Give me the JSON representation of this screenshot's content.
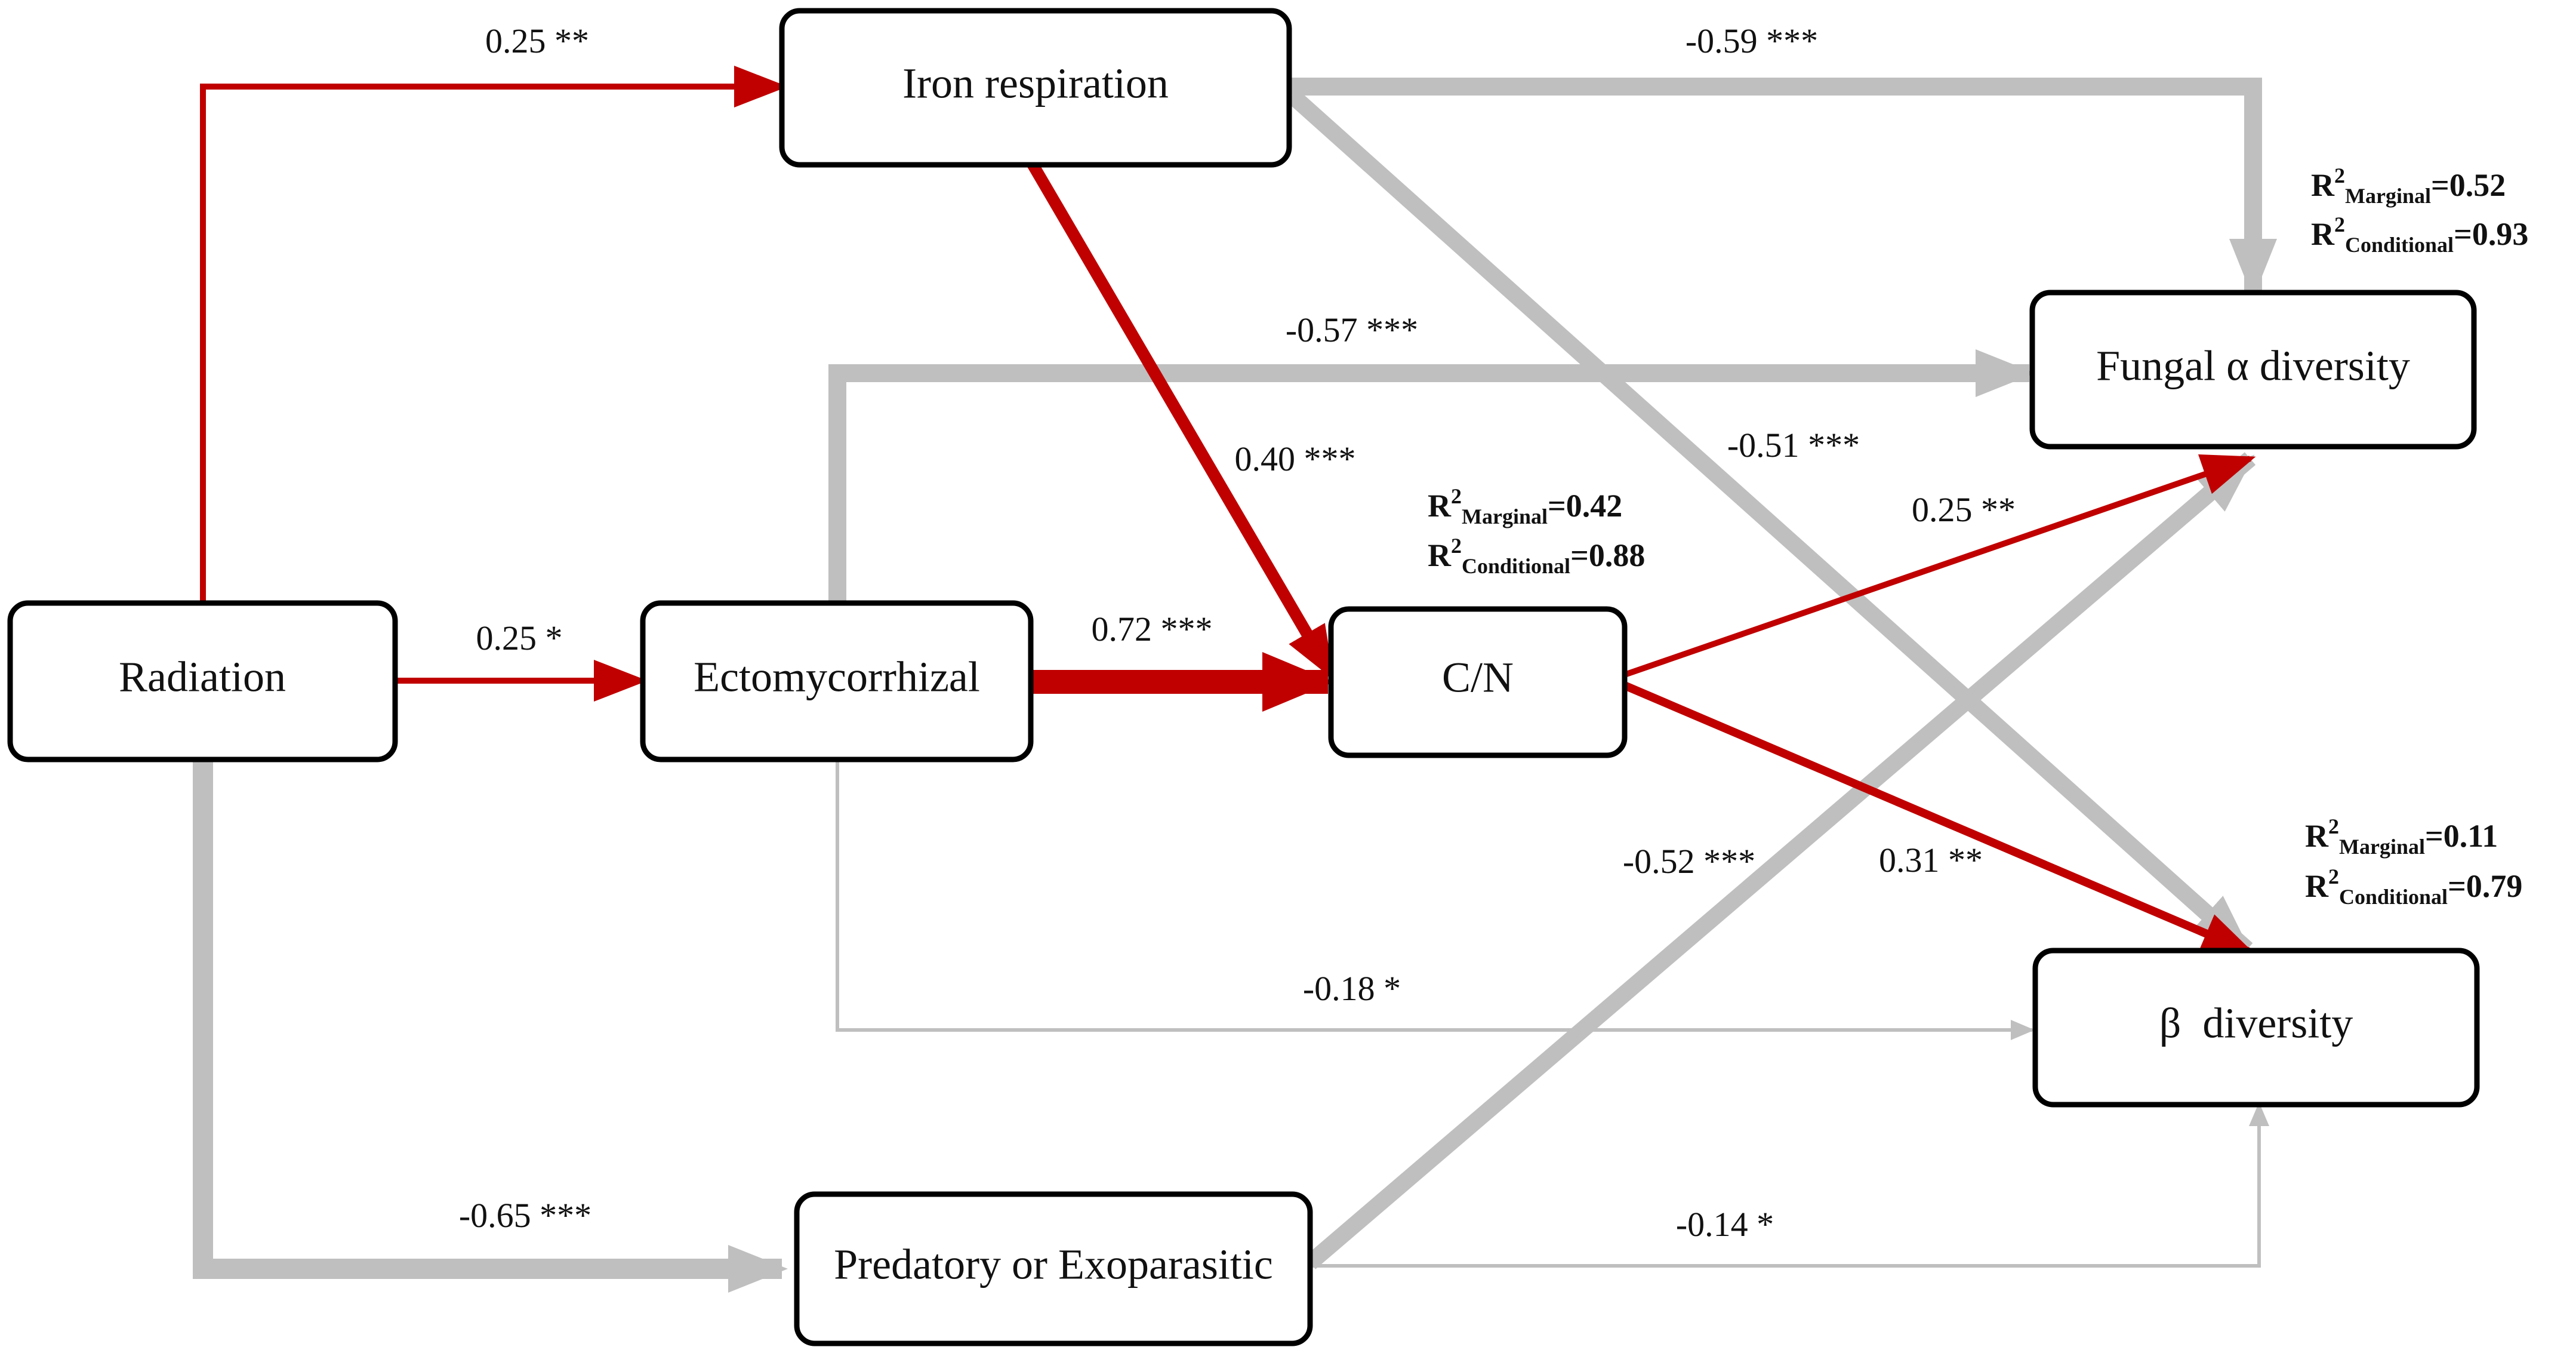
{
  "colors": {
    "positive": "#c00000",
    "negative": "#bfbfbf",
    "box_stroke": "#000000",
    "text": "#111111"
  },
  "nodes": {
    "radiation": {
      "label": "Radiation"
    },
    "iron": {
      "label": "Iron respiration"
    },
    "ecto": {
      "label": "Ectomycorrhizal"
    },
    "cn": {
      "label": "C/N"
    },
    "fungal": {
      "label": "Fungal α diversity"
    },
    "beta": {
      "label": "β  diversity"
    },
    "pred": {
      "label": "Predatory or Exoparasitic"
    }
  },
  "paths": {
    "rad_iron": {
      "label": "0.25 **",
      "sign": "positive",
      "coef": 0.25
    },
    "rad_ecto": {
      "label": "0.25 *",
      "sign": "positive",
      "coef": 0.25
    },
    "rad_pred": {
      "label": "-0.65 ***",
      "sign": "negative",
      "coef": -0.65
    },
    "iron_fungal": {
      "label": "-0.59 ***",
      "sign": "negative",
      "coef": -0.59
    },
    "iron_cn": {
      "label": "0.40 ***",
      "sign": "positive",
      "coef": 0.4
    },
    "iron_beta": {
      "label": "-0.51 ***",
      "sign": "negative",
      "coef": -0.51
    },
    "ecto_fungal": {
      "label": "-0.57 ***",
      "sign": "negative",
      "coef": -0.57
    },
    "ecto_cn": {
      "label": "0.72 ***",
      "sign": "positive",
      "coef": 0.72
    },
    "ecto_beta": {
      "label": "-0.18 *",
      "sign": "negative",
      "coef": -0.18
    },
    "cn_fungal": {
      "label": "0.25 **",
      "sign": "positive",
      "coef": 0.25
    },
    "cn_beta": {
      "label": "0.31 **",
      "sign": "positive",
      "coef": 0.31
    },
    "pred_fungal": {
      "label": "-0.52 ***",
      "sign": "negative",
      "coef": -0.52
    },
    "pred_beta": {
      "label": "-0.14 *",
      "sign": "negative",
      "coef": -0.14
    }
  },
  "r2": {
    "fungal": {
      "r": "R",
      "exp": "2",
      "marginal_sub": "Marginal",
      "marginal_val": "=0.52",
      "conditional_sub": "Conditional",
      "conditional_val": "=0.93"
    },
    "cn": {
      "r": "R",
      "exp": "2",
      "marginal_sub": "Marginal",
      "marginal_val": "=0.42",
      "conditional_sub": "Conditional",
      "conditional_val": "=0.88"
    },
    "beta": {
      "r": "R",
      "exp": "2",
      "marginal_sub": "Marginal",
      "marginal_val": "=0.11",
      "conditional_sub": "Conditional",
      "conditional_val": "=0.79"
    }
  }
}
